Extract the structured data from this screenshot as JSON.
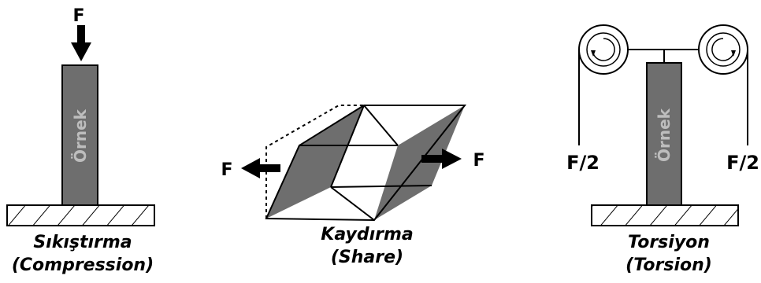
{
  "colors": {
    "specimen_fill": "#6e6e6e",
    "specimen_text": "#bdbdbd",
    "outline": "#000000",
    "background": "#ffffff"
  },
  "compression": {
    "force_label": "F",
    "specimen_label": "Örnek",
    "caption_line1": "Sıkıştırma",
    "caption_line2": "(Compression)"
  },
  "shear": {
    "force_left_label": "F",
    "force_right_label": "F",
    "caption_line1": "Kaydırma",
    "caption_line2": "(Share)"
  },
  "torsion": {
    "force_left_label": "F/2",
    "force_right_label": "F/2",
    "specimen_label": "Örnek",
    "caption_line1": "Torsiyon",
    "caption_line2": "(Torsion)"
  }
}
